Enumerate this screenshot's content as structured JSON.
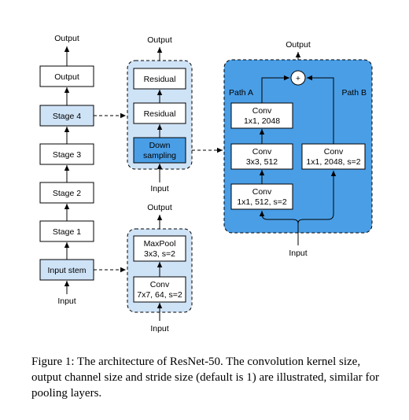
{
  "stage_column": {
    "output_label": "Output",
    "input_label": "Input",
    "blocks": [
      "Output",
      "Stage 4",
      "Stage 3",
      "Stage 2",
      "Stage 1",
      "Input stem"
    ]
  },
  "stage_detail": {
    "output_label": "Output",
    "input_label": "Input",
    "blocks": [
      "Residual",
      "Residual",
      "Down",
      "sampling"
    ]
  },
  "stem_detail": {
    "output_label": "Output",
    "input_label": "Input",
    "maxpool": [
      "MaxPool",
      "3x3, s=2"
    ],
    "conv": [
      "Conv",
      "7x7, 64, s=2"
    ]
  },
  "residual_detail": {
    "output_label": "Output",
    "input_label": "Input",
    "path_a": "Path A",
    "path_b": "Path B",
    "sum_symbol": "+",
    "conv1": [
      "Conv",
      "1x1, 2048"
    ],
    "conv2": [
      "Conv",
      "3x3, 512"
    ],
    "conv3": [
      "Conv",
      "1x1, 512, s=2"
    ],
    "conv_b": [
      "Conv",
      "1x1, 2048, s=2"
    ]
  },
  "caption": "Figure 1: The architecture of ResNet-50. The convolution kernel size, output channel size and stride size (default is 1) are illustrated, similar for pooling layers."
}
